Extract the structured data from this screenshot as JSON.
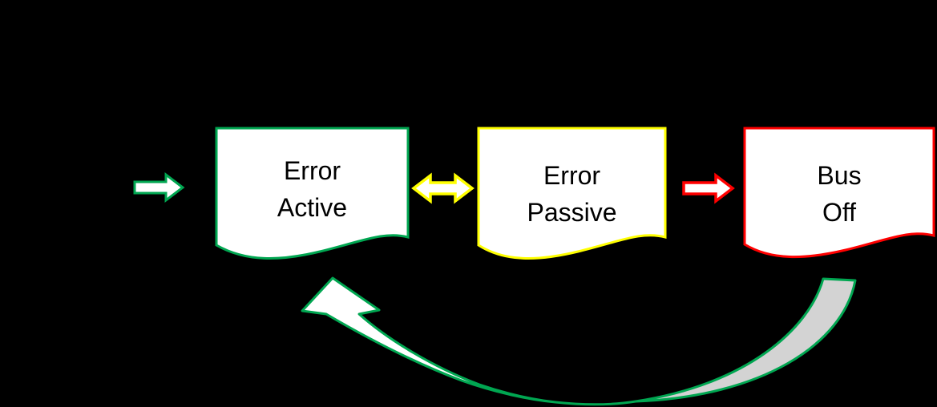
{
  "diagram": {
    "title_semantic": "CAN error state diagram",
    "background_color": "#000000",
    "states": [
      {
        "id": "error-active",
        "line1": "Error",
        "line2": "Active",
        "shape": "flowchart-document",
        "fill": "#FFFFFF",
        "border_color": "#00A651",
        "text_color": "#000000"
      },
      {
        "id": "error-passive",
        "line1": "Error",
        "line2": "Passive",
        "shape": "flowchart-document",
        "fill": "#FFFFFF",
        "border_color": "#FFFF00",
        "text_color": "#000000"
      },
      {
        "id": "bus-off",
        "line1": "Bus",
        "line2": "Off",
        "shape": "flowchart-document",
        "fill": "#FFFFFF",
        "border_color": "#FF0000",
        "text_color": "#000000"
      }
    ],
    "arrows": [
      {
        "id": "start-to-error-active",
        "type": "right-arrow",
        "fill": "#FFFFFF",
        "outline": "#00A651"
      },
      {
        "id": "error-active-error-passive",
        "type": "double-headed-arrow",
        "fill": "#FFFFFF",
        "outline": "#FFFF00"
      },
      {
        "id": "error-passive-to-bus-off",
        "type": "right-arrow",
        "fill": "#FFFFFF",
        "outline": "#FF0000"
      },
      {
        "id": "bus-off-to-error-active",
        "type": "curved-up-arrow",
        "fill": "#FFFFFF",
        "back_fill": "#D3D3D3",
        "outline": "#00A651"
      }
    ]
  }
}
